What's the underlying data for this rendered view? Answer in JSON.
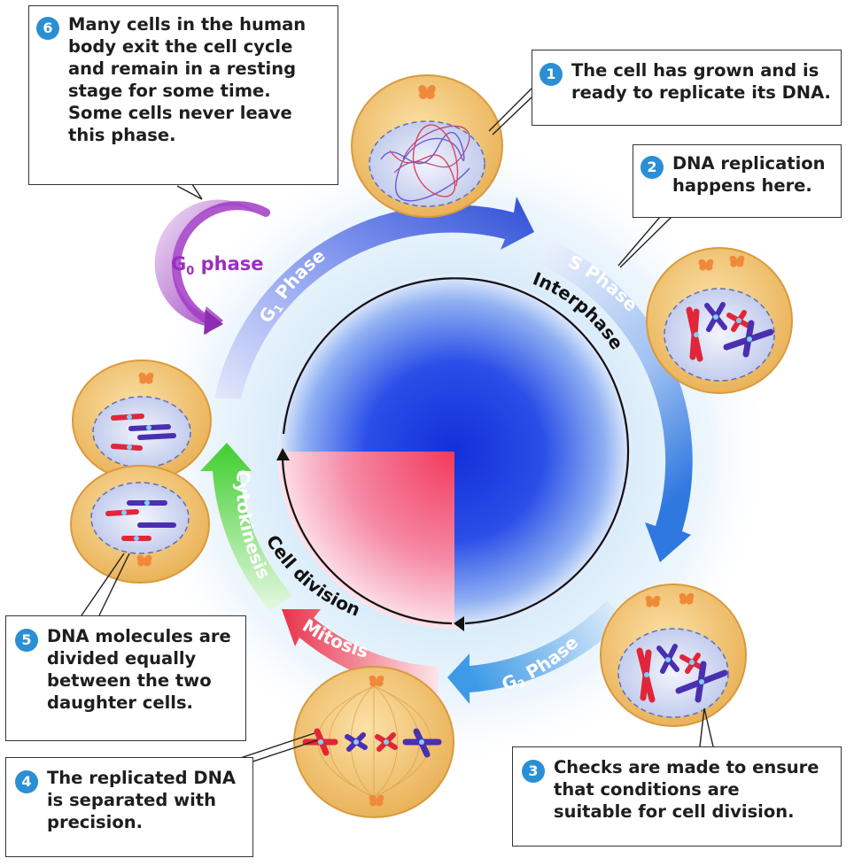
{
  "callouts": [
    {
      "number": "6",
      "text": "Many cells in the human\nbody exit the cell cycle\nand remain in a resting\nstage for some time.\nSome cells never leave\nthis phase."
    },
    {
      "number": "1",
      "text": "The cell has grown and is\nready to replicate its DNA."
    },
    {
      "number": "2",
      "text": "DNA replication\nhappens here."
    },
    {
      "number": "3",
      "text": "Checks are made to ensure\nthat conditions are\nsuitable for cell division."
    },
    {
      "number": "4",
      "text": "The replicated DNA\nis separated with\nprecision."
    },
    {
      "number": "5",
      "text": "DNA molecules are\ndivided equally\nbetween the two\ndaughter cells."
    }
  ],
  "g0": {
    "label_g": "G",
    "label_sub": "0",
    "label_rest": " phase"
  },
  "phases": {
    "g1": {
      "main": "G",
      "sub": "1",
      "rest": " Phase"
    },
    "s": "S Phase",
    "g2": {
      "main": "G",
      "sub": "2",
      "rest": " Phase"
    },
    "mitosis": "Mitosis",
    "cytokinesis": "Cytokinesis"
  },
  "inner": {
    "interphase": "Interphase",
    "cell_division": "Cell division"
  },
  "colors": {
    "g1_arrow": "#3b63d9",
    "g2_arrow": "#3a9de6",
    "mitosis_arrow": "#e8334a",
    "cytokinesis_arrow": "#3fcf2e",
    "g0_arrow": "#a23bc4",
    "interphase_fill": "#1b33e0",
    "division_fill": "#ff4d6a",
    "callout_number": "#2a8fd4",
    "cell_fill": "#f3c676"
  }
}
